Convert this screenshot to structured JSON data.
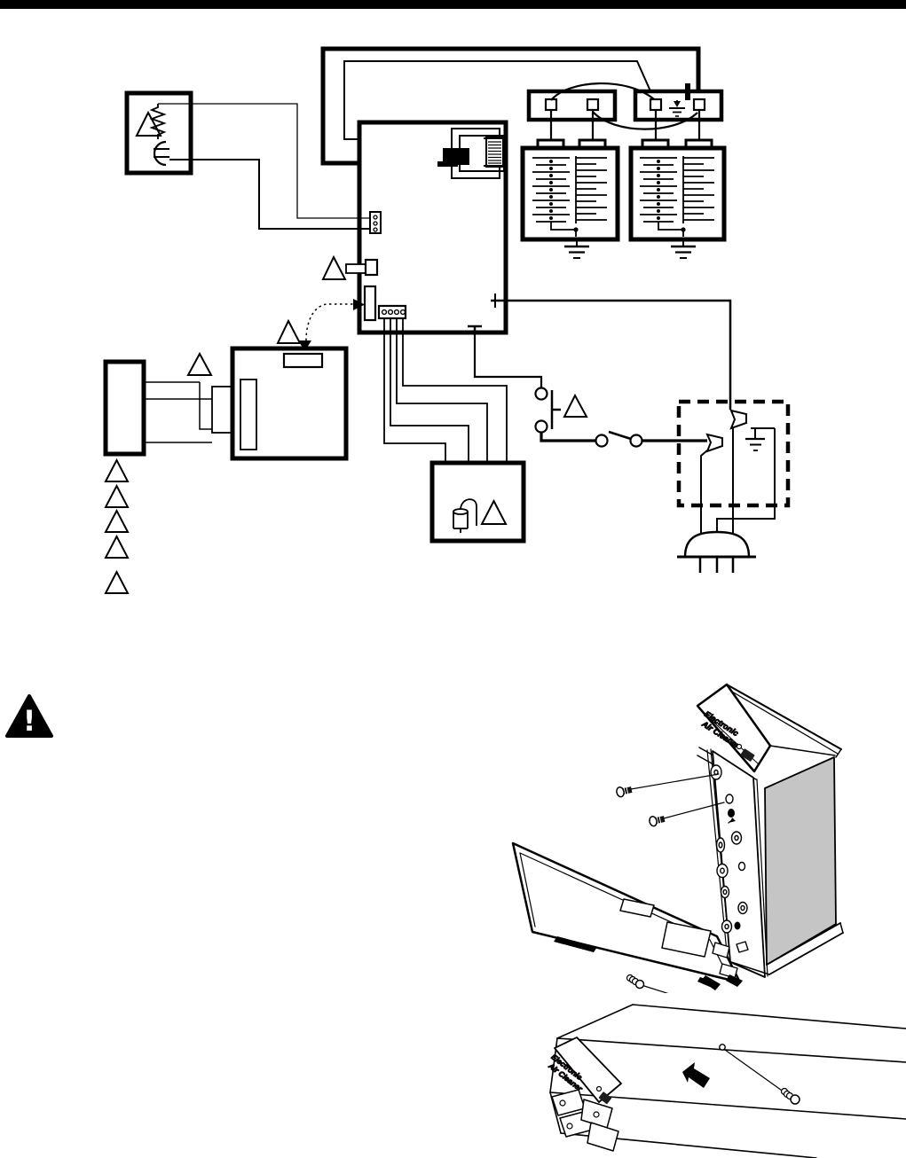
{
  "page": {
    "background": "#ffffff",
    "top_bar_color": "#000000"
  },
  "colors": {
    "ink": "#000000",
    "media_gray": "#c5c5c5",
    "label_red": "#5c2620",
    "logo_dark": "#1d1d1d"
  },
  "warning_icon": {
    "glyph": "!"
  },
  "device_labels": {
    "upper": {
      "line1": "Electronic",
      "line2": "Air Cleaner"
    },
    "lower": {
      "line1": "Electronic",
      "line2": "Air Cleaner"
    }
  }
}
